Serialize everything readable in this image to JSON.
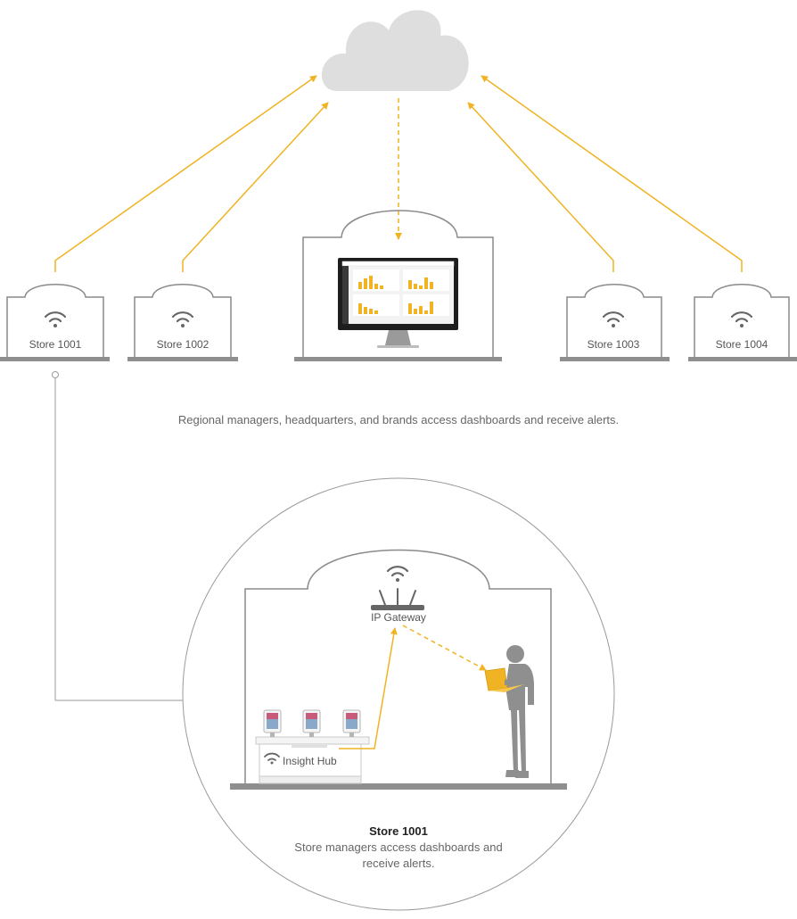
{
  "colors": {
    "accent": "#f0b323",
    "building_stroke": "#8a8a8a",
    "ground": "#8f8f8f",
    "cloud": "#dedede",
    "circle_stroke": "#9a9a9a"
  },
  "stores": [
    {
      "label": "Store 1001"
    },
    {
      "label": "Store 1002"
    },
    {
      "label": "Store 1003"
    },
    {
      "label": "Store 1004"
    }
  ],
  "regional_caption": "Regional managers, headquarters, and brands access dashboards and receive alerts.",
  "detail": {
    "gateway_label": "IP Gateway",
    "hub_label": "Insight Hub",
    "store_title": "Store 1001",
    "store_caption_line1": "Store managers access dashboards and",
    "store_caption_line2": "receive alerts."
  },
  "icons": [
    "cloud-icon",
    "wifi-icon",
    "monitor-icon",
    "router-icon",
    "person-icon",
    "laptop-icon",
    "tablet-icon"
  ]
}
